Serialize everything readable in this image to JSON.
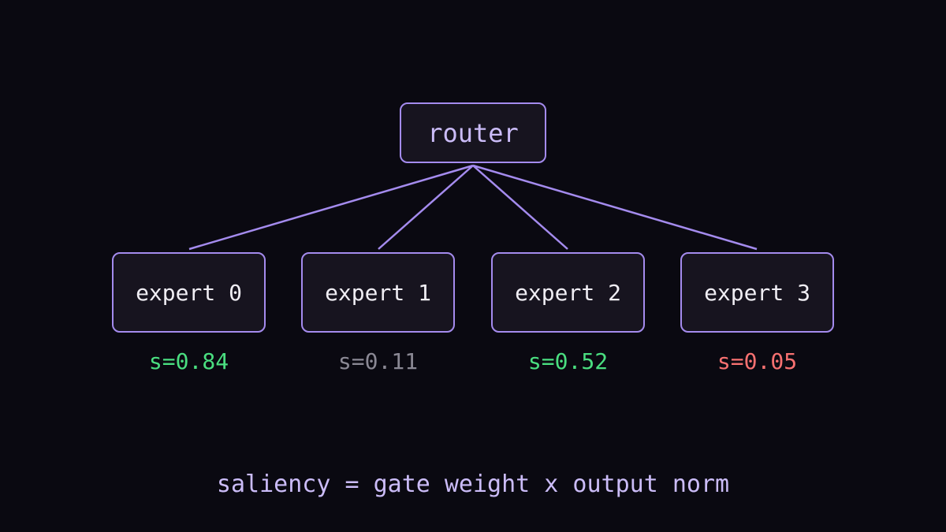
{
  "diagram": {
    "router": {
      "label": "router"
    },
    "experts": [
      {
        "label": "expert 0",
        "score": "s=0.84",
        "score_color": "#4ade80"
      },
      {
        "label": "expert 1",
        "score": "s=0.11",
        "score_color": "#8a8894"
      },
      {
        "label": "expert 2",
        "score": "s=0.52",
        "score_color": "#4ade80"
      },
      {
        "label": "expert 3",
        "score": "s=0.05",
        "score_color": "#f87171"
      }
    ],
    "caption": "saliency = gate weight x output norm"
  },
  "colors": {
    "background": "#0a0911",
    "accent": "#a48bee",
    "node_fill": "#17141f",
    "router_text": "#cbbcf8",
    "expert_text": "#f0eef4"
  }
}
